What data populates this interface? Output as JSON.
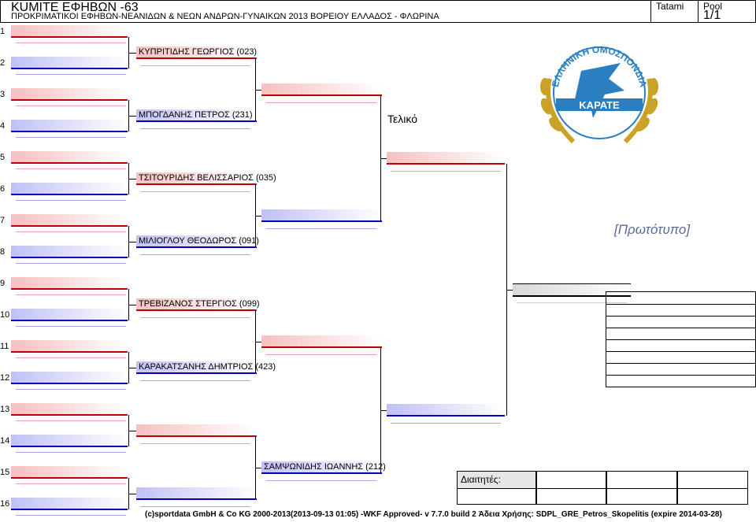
{
  "header": {
    "title": "KUMITE ΕΦΗΒΩΝ -63",
    "subtitle": "ΠΡΟΚΡΙΜΑΤΙΚΟΙ ΕΦΗΒΩΝ-ΝΕΑΝΙΔΩΝ & ΝΕΩΝ ΑΝΔΡΩΝ-ΓΥΝΑΙΚΩΝ 2013 ΒΟΡΕΙΟΥ ΕΛΛΑΔΟΣ - ΦΛΩΡΙΝΑ",
    "tatami_label": "Tatami",
    "pool_label": "Pool",
    "pool_value": "1/1"
  },
  "slots": [
    "1",
    "2",
    "3",
    "4",
    "5",
    "6",
    "7",
    "8",
    "9",
    "10",
    "11",
    "12",
    "13",
    "14",
    "15",
    "16"
  ],
  "round2": [
    {
      "name": "ΚΥΠΡΙΤΙΔΗΣ ΓΕΩΡΓΙΟΣ (023)"
    },
    {
      "name": "ΜΠΟΓΔΑΝΗΣ ΠΕΤΡΟΣ (231)"
    },
    {
      "name": "ΤΣΙΤΟΥΡΙΔΗΣ ΒΕΛΙΣΣΑΡΙΟΣ (035)"
    },
    {
      "name": "ΜΙΛΙΟΓΛΟΥ ΘΕΟΔΩΡΟΣ (091)"
    },
    {
      "name": "ΤΡΕΒΙΖΑΝΟΣ ΣΤΕΡΓΙΟΣ (099)"
    },
    {
      "name": "ΚΑΡΑΚΑΤΣΑΝΗΣ ΔΗΜΤΡΙΟΣ (423)"
    },
    {
      "name": ""
    },
    {
      "name": ""
    }
  ],
  "round3": [
    {
      "name": ""
    },
    {
      "name": ""
    },
    {
      "name": ""
    },
    {
      "name": "ΣΑΜΨΩΝΙΔΗΣ ΙΩΑΝΝΗΣ (212)"
    }
  ],
  "final_label": "Τελικό",
  "prototype": "[Πρωτότυπο]",
  "referees_label": "Διαιτητές:",
  "footer": "(c)sportdata GmbH & Co KG 2000-2013(2013-09-13 01:05) -WKF Approved- v 7.7.0 build 2 Άδεια Χρήσης: SDPL_GRE_Petros_Skopelitis (expire 2014-03-28)",
  "logo_text": {
    "top": "ΕΛΛΗΝΙΚΗ ΟΜΟΣΠΟΝΔΙΑ",
    "bottom": "ΚΑΡΑΤΕ"
  },
  "colors": {
    "red": "#c00000",
    "blue": "#0000c0",
    "logo_blue": "#2a7fc0",
    "logo_gold": "#c9a227"
  }
}
